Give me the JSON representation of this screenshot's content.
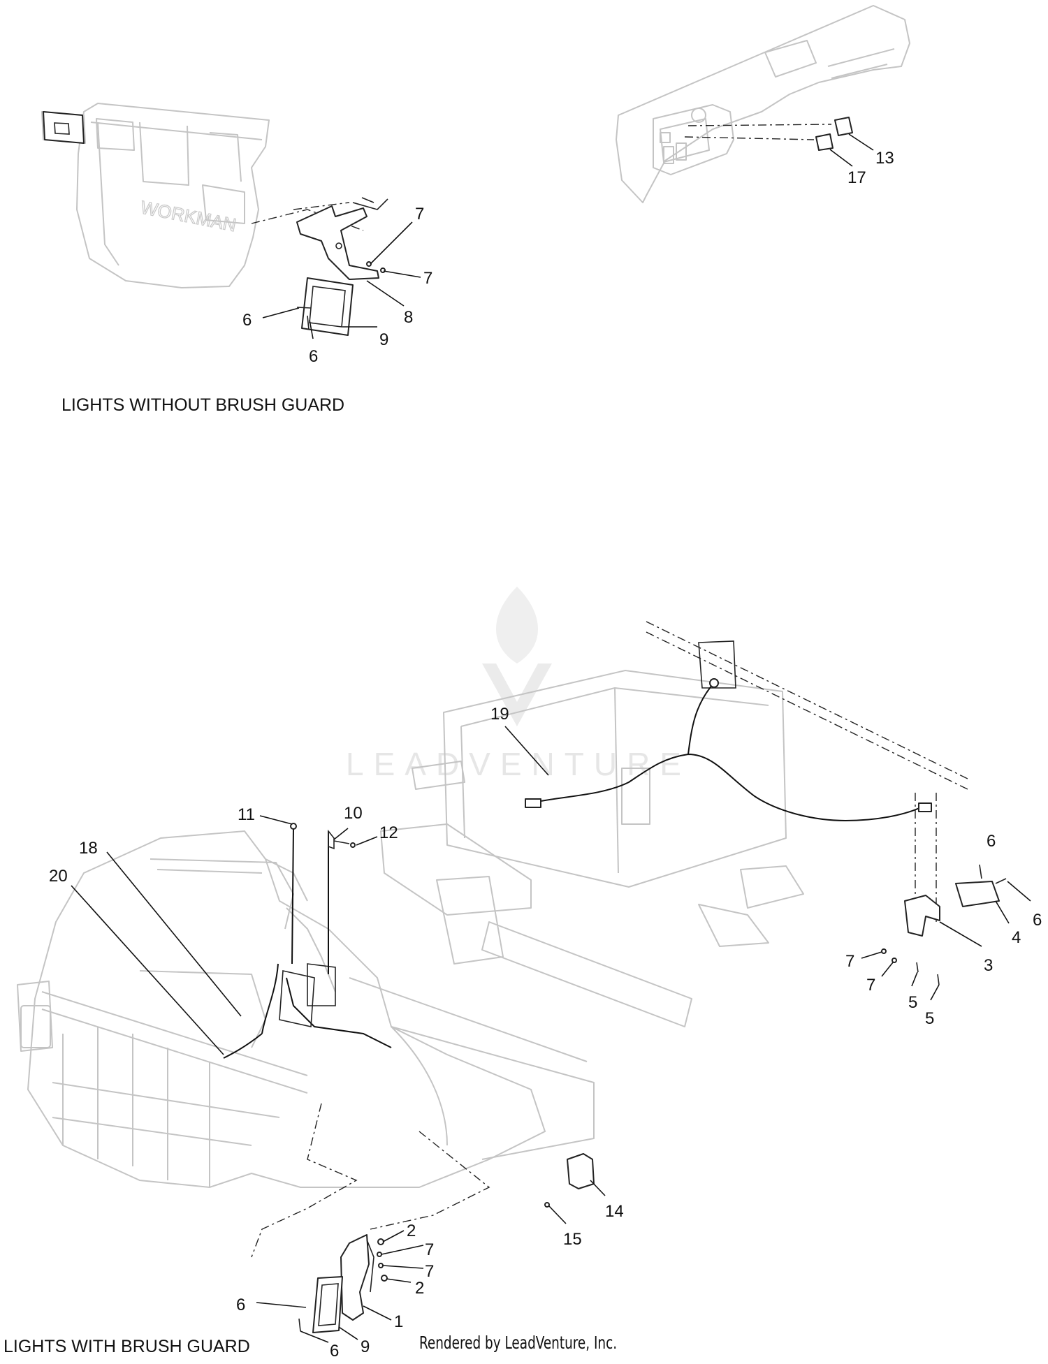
{
  "sections": {
    "top_left_title": "LIGHTS WITHOUT BRUSH GUARD",
    "bottom_left_title": "LIGHTS WITH BRUSH GUARD"
  },
  "credit": "Rendered by LeadVenture, Inc.",
  "watermark": "LEADVENTURE",
  "embossed_hood_text": "WORKMAN",
  "callouts": [
    {
      "id": "c-7a",
      "text": "7"
    },
    {
      "id": "c-7b",
      "text": "7"
    },
    {
      "id": "c-8",
      "text": "8"
    },
    {
      "id": "c-9a",
      "text": "9"
    },
    {
      "id": "c-6a",
      "text": "6"
    },
    {
      "id": "c-6b",
      "text": "6"
    },
    {
      "id": "c-13",
      "text": "13"
    },
    {
      "id": "c-17",
      "text": "17"
    },
    {
      "id": "c-19",
      "text": "19"
    },
    {
      "id": "c-11",
      "text": "11"
    },
    {
      "id": "c-10",
      "text": "10"
    },
    {
      "id": "c-12",
      "text": "12"
    },
    {
      "id": "c-18",
      "text": "18"
    },
    {
      "id": "c-20",
      "text": "20"
    },
    {
      "id": "c-6c",
      "text": "6"
    },
    {
      "id": "c-6d",
      "text": "6"
    },
    {
      "id": "c-4",
      "text": "4"
    },
    {
      "id": "c-3",
      "text": "3"
    },
    {
      "id": "c-7c",
      "text": "7"
    },
    {
      "id": "c-7d",
      "text": "7"
    },
    {
      "id": "c-5a",
      "text": "5"
    },
    {
      "id": "c-5b",
      "text": "5"
    },
    {
      "id": "c-2a",
      "text": "2"
    },
    {
      "id": "c-7e",
      "text": "7"
    },
    {
      "id": "c-7f",
      "text": "7"
    },
    {
      "id": "c-2b",
      "text": "2"
    },
    {
      "id": "c-1",
      "text": "1"
    },
    {
      "id": "c-9b",
      "text": "9"
    },
    {
      "id": "c-6e",
      "text": "6"
    },
    {
      "id": "c-6f",
      "text": "6"
    },
    {
      "id": "c-14",
      "text": "14"
    },
    {
      "id": "c-15",
      "text": "15"
    }
  ]
}
